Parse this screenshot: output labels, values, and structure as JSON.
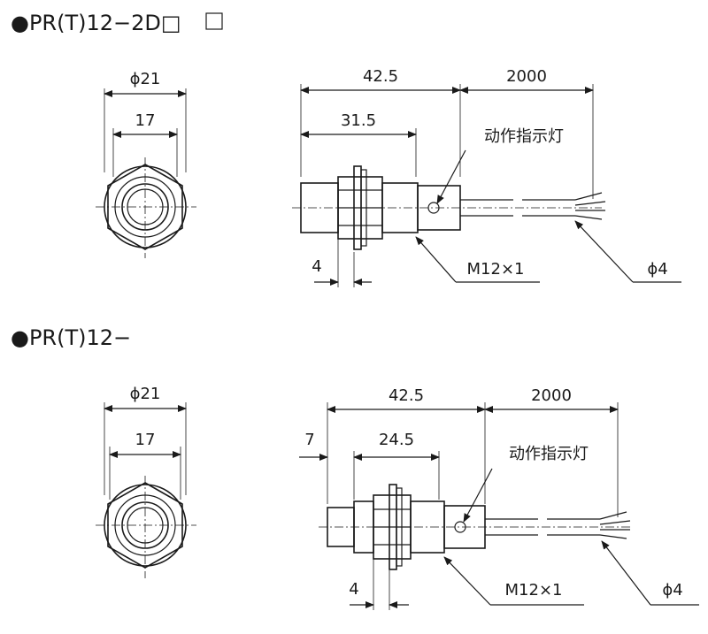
{
  "diagram1": {
    "title": "●PR(T)12−2D□",
    "front_outer_dim": "ϕ21",
    "front_inner_dim": "17",
    "length_total": "42.5",
    "cable_length": "2000",
    "body_length": "31.5",
    "indicator_label": "动作指示灯",
    "nut_width": "4",
    "thread_label": "M12×1",
    "cable_dia": "ϕ4"
  },
  "diagram2": {
    "title": "●PR(T)12−",
    "front_outer_dim": "ϕ21",
    "front_inner_dim": "17",
    "length_total": "42.5",
    "cable_length": "2000",
    "head_length": "7",
    "body_length": "24.5",
    "indicator_label": "动作指示灯",
    "nut_width": "4",
    "thread_label": "M12×1",
    "cable_dia": "ϕ4"
  }
}
